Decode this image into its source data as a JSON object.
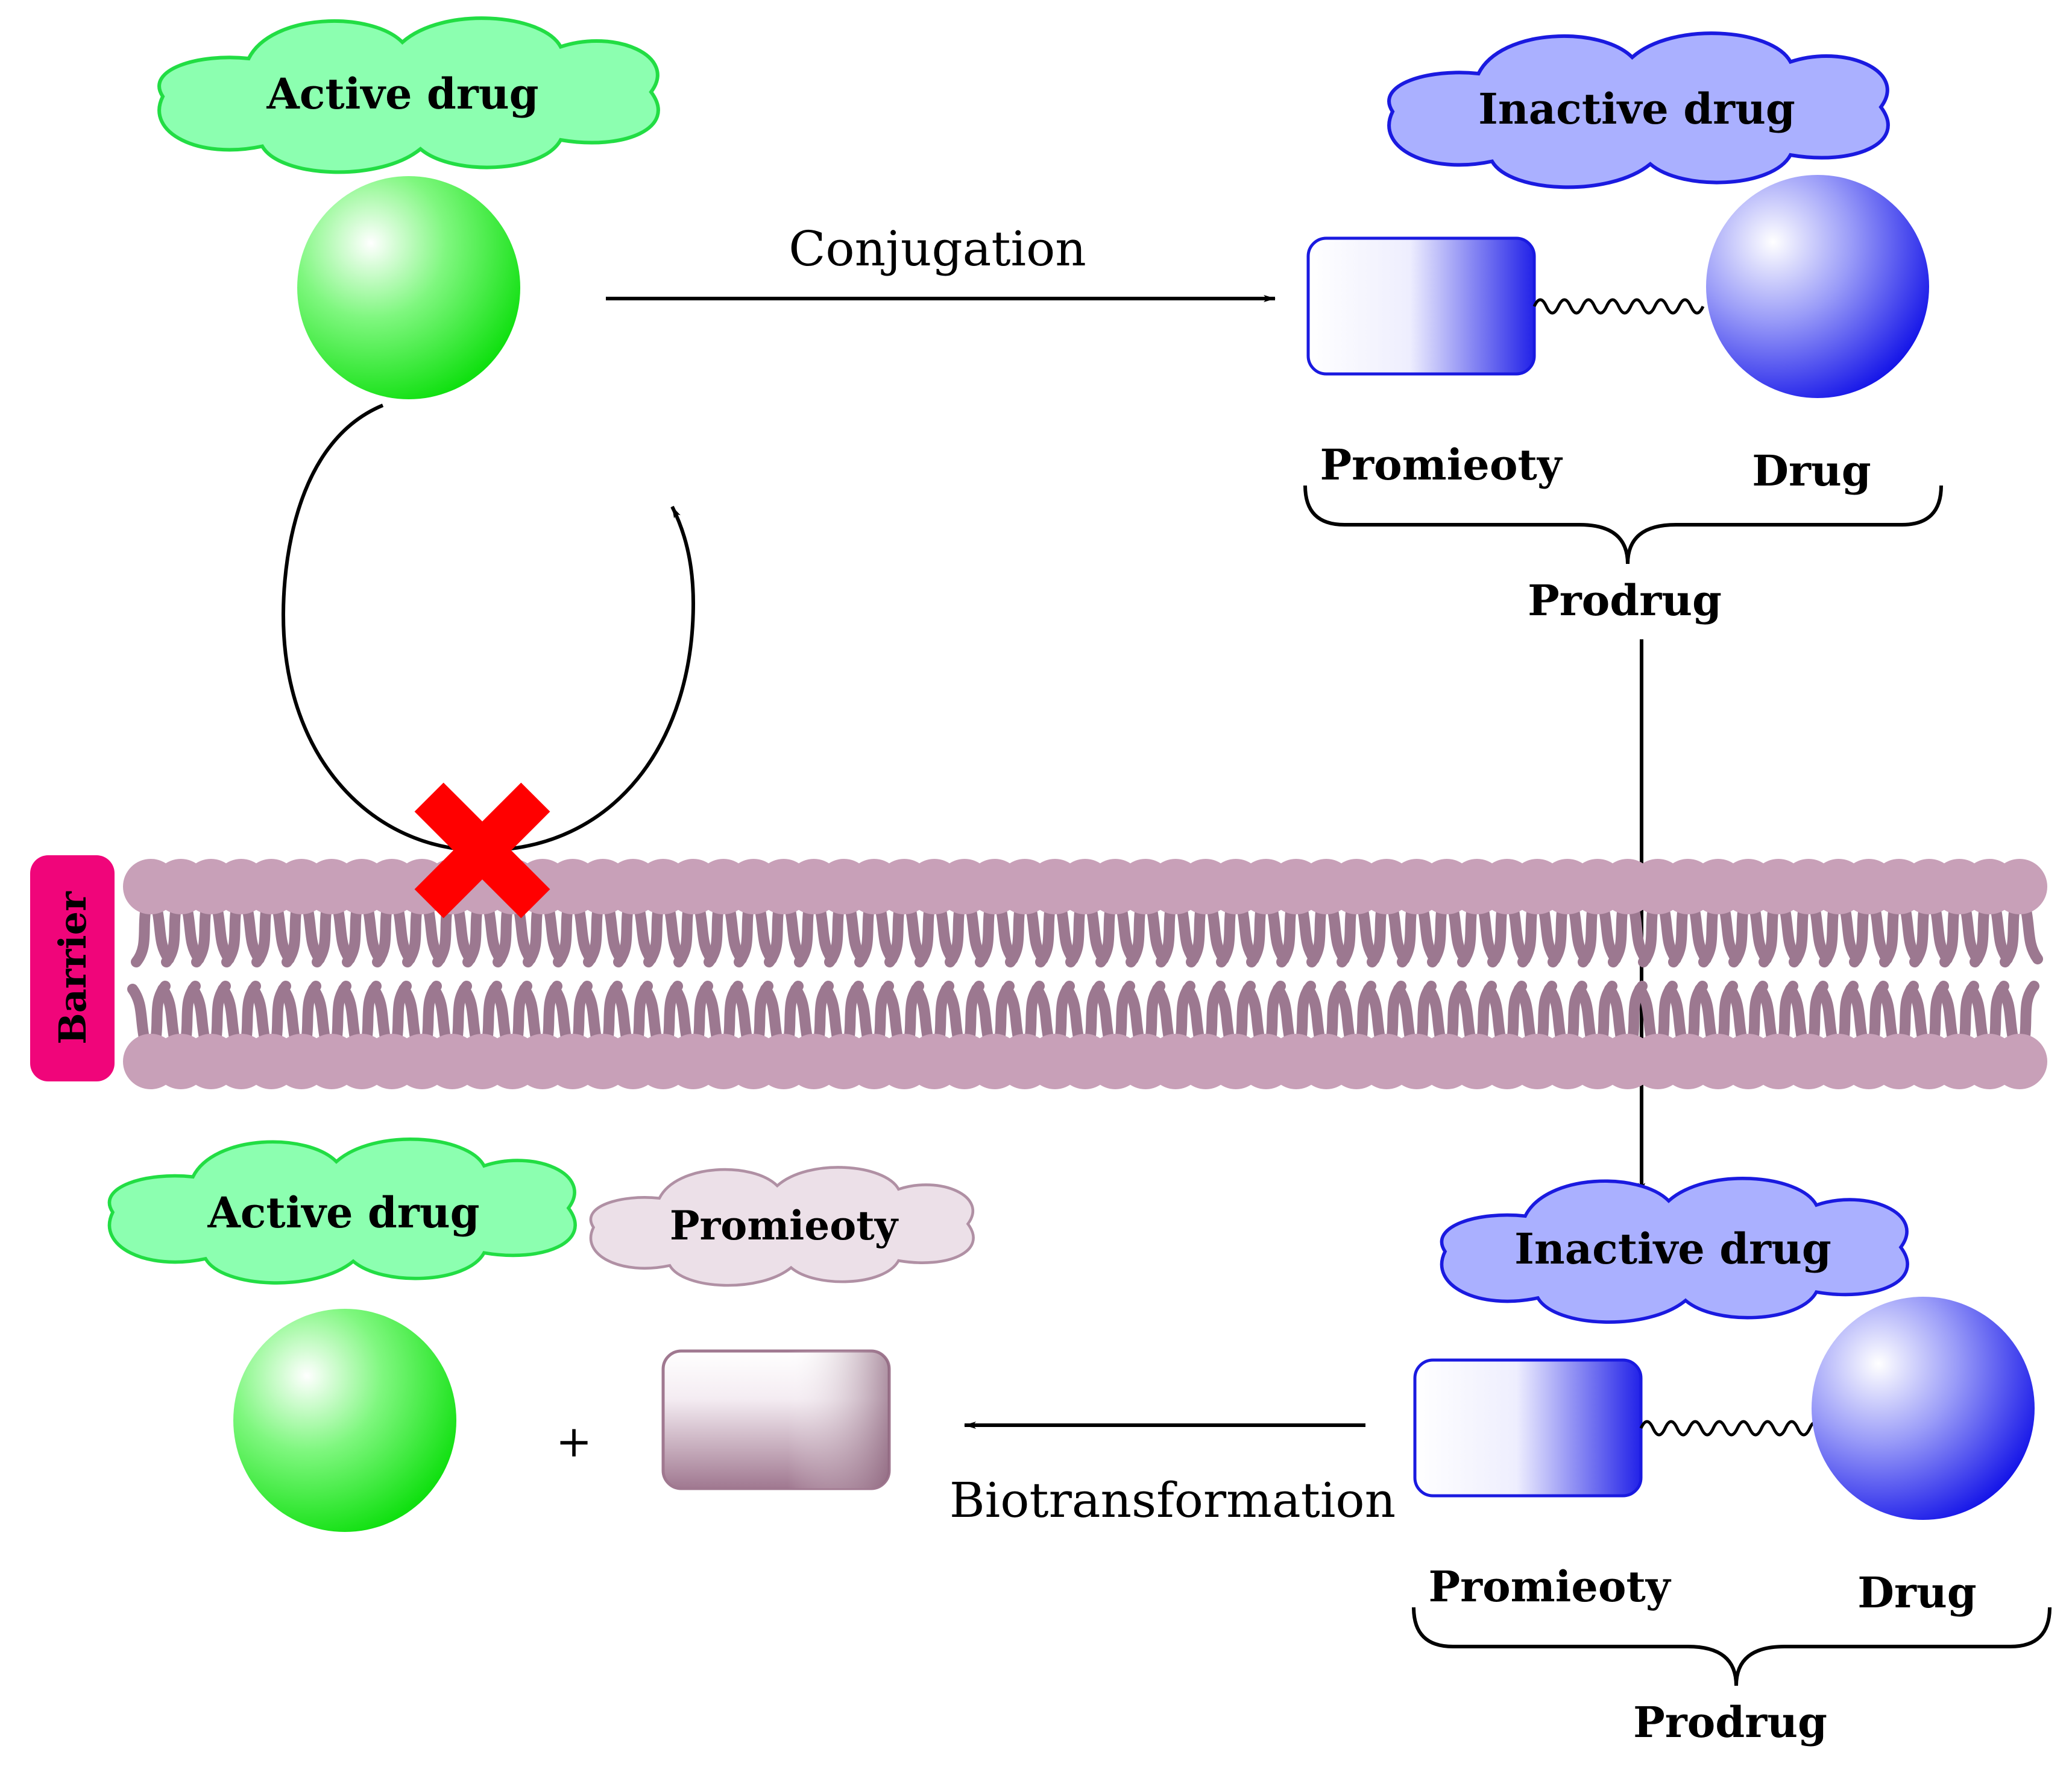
{
  "labels": {
    "active_drug_top": "Active drug",
    "inactive_drug_top": "Inactive drug",
    "conjugation": "Conjugation",
    "promieoty_top": "Promieoty",
    "drug_top": "Drug",
    "prodrug_top": "Prodrug",
    "barrier": "Barrier",
    "active_drug_bottom": "Active drug",
    "promieoty_cloud": "Promieoty",
    "inactive_drug_bottom": "Inactive drug",
    "plus": "+",
    "biotransformation": "Biotransformation",
    "promieoty_bottom": "Promieoty",
    "drug_bottom": "Drug",
    "prodrug_bottom": "Prodrug"
  },
  "colors": {
    "active_green": "#1ee81e",
    "active_cloud_fill": "#8cffb0",
    "active_cloud_stroke": "#22dd44",
    "inactive_blue": "#2020e8",
    "inactive_cloud_fill": "#aab0ff",
    "inactive_cloud_stroke": "#1a1ae0",
    "promoiety_mauve": "#a07890",
    "promoiety_cloud_fill": "#ece0e8",
    "promoiety_cloud_stroke": "#b090a4",
    "membrane_head": "#c8a0b8",
    "membrane_tail": "#9c7890",
    "barrier_pink": "#f0057a",
    "blocked_cross": "#ff0000"
  },
  "icons": {
    "blocked": "red-cross-icon"
  }
}
